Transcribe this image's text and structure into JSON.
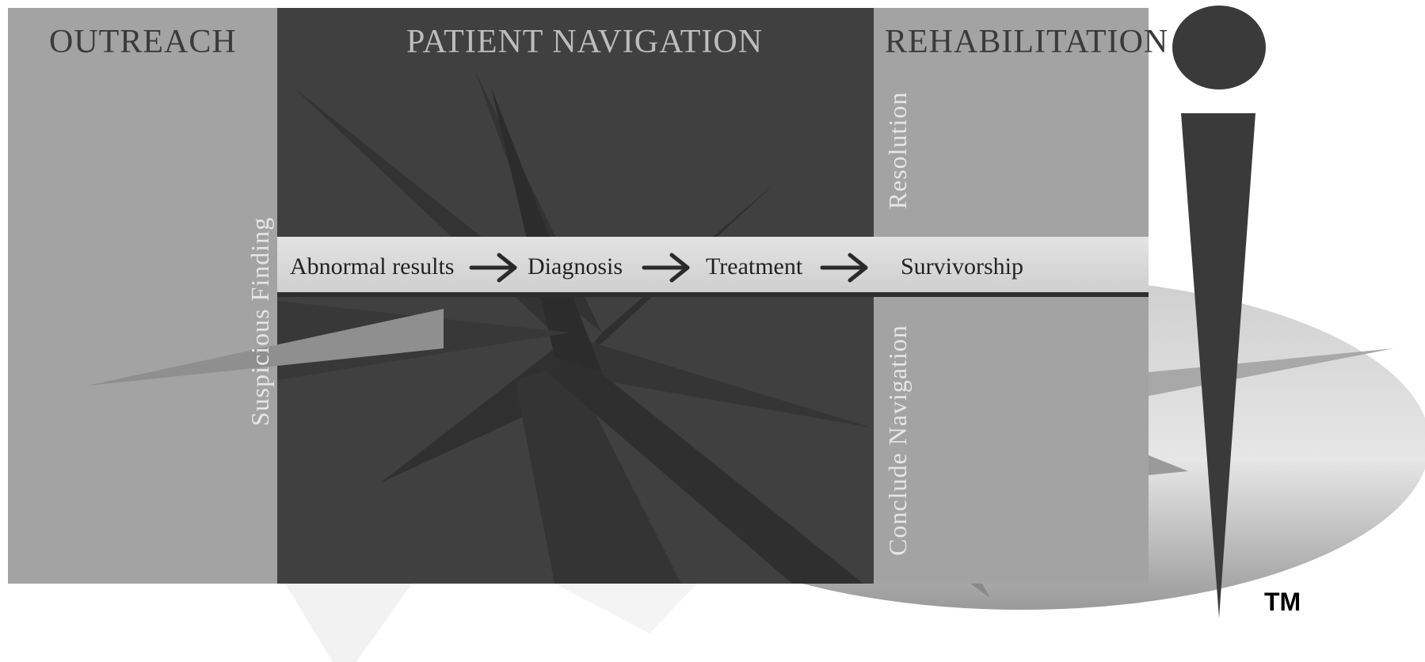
{
  "columns": {
    "outreach": "OUTREACH",
    "patient_navigation": "PATIENT NAVIGATION",
    "rehabilitation": "REHABILITATION"
  },
  "vertical_labels": {
    "suspicious_finding": "Suspicious Finding",
    "resolution": "Resolution",
    "conclude_navigation": "Conclude Navigation"
  },
  "steps": [
    "Abnormal results",
    "Diagnosis",
    "Treatment",
    "Survivorship"
  ],
  "trademark": "TM",
  "colors": {
    "outreach_panel": "#a3a3a3",
    "navigation_panel": "#3f3f3f",
    "rehabilitation_panel": "#a3a3a3",
    "flow_band": "#dcdcdc",
    "logo": "#3a3a3a"
  },
  "icons": {
    "arrow": "right-arrow-icon",
    "logo": "i-logo-icon",
    "star": "star-burst-icon"
  }
}
